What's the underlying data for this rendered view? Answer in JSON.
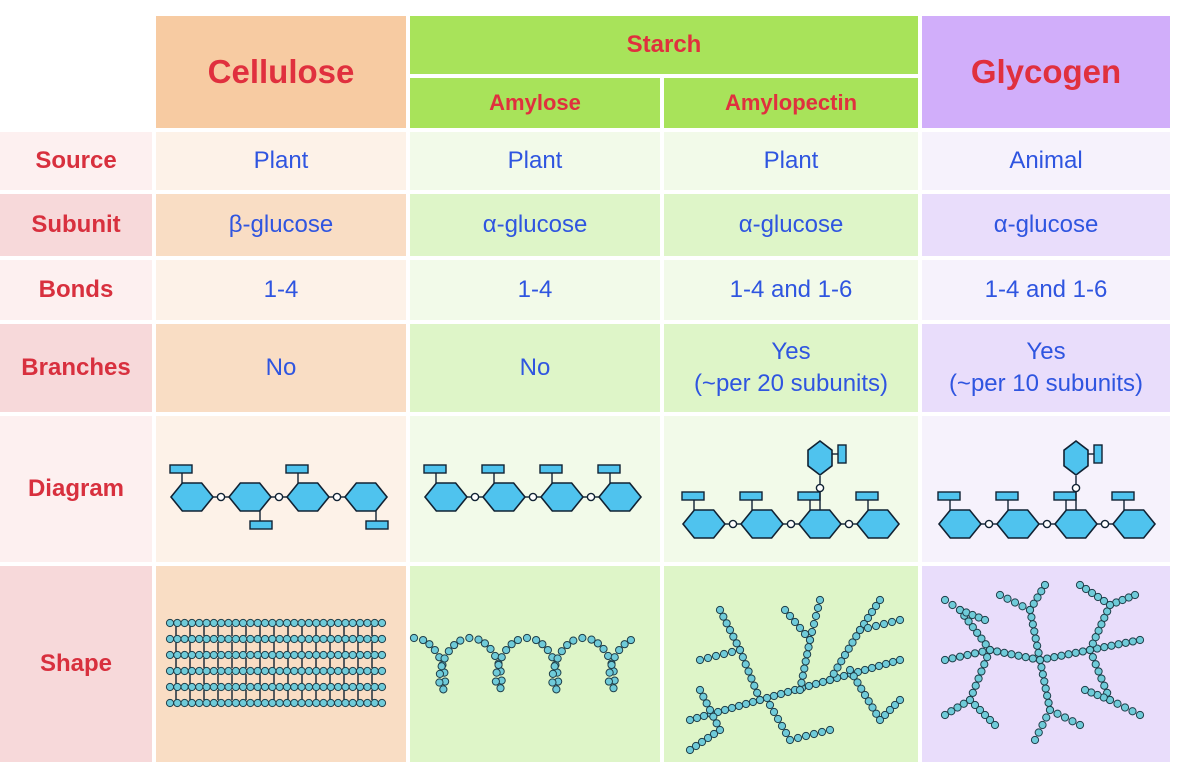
{
  "columns": {
    "cellulose": "Cellulose",
    "starch": "Starch",
    "amylose": "Amylose",
    "amylopectin": "Amylopectin",
    "glycogen": "Glycogen"
  },
  "rows": {
    "source": {
      "label": "Source",
      "cellulose": "Plant",
      "amylose": "Plant",
      "amylopectin": "Plant",
      "glycogen": "Animal"
    },
    "subunit": {
      "label": "Subunit",
      "cellulose": "β-glucose",
      "amylose": "α-glucose",
      "amylopectin": "α-glucose",
      "glycogen": "α-glucose"
    },
    "bonds": {
      "label": "Bonds",
      "cellulose": "1-4",
      "amylose": "1-4",
      "amylopectin": "1-4 and 1-6",
      "glycogen": "1-4 and 1-6"
    },
    "branches": {
      "label": "Branches",
      "cellulose": "No",
      "amylose": "No",
      "amylopectin_l1": "Yes",
      "amylopectin_l2": "(~per 20 subunits)",
      "glycogen_l1": "Yes",
      "glycogen_l2": "(~per 10 subunits)"
    },
    "diagram": {
      "label": "Diagram"
    },
    "shape": {
      "label": "Shape"
    }
  },
  "colors": {
    "header_text": "#e0303e",
    "value_text": "#2f55e0",
    "cellulose_header": "#f7cba2",
    "starch_header": "#a8e35a",
    "glycogen_header": "#d1aefa",
    "glucose_fill": "#4fc3ee",
    "bead_fill": "#6fcbd9"
  },
  "icons": {
    "glucose_ring": "hexagon-icon",
    "bond": "circle-icon",
    "side_group": "rectangle-icon"
  }
}
